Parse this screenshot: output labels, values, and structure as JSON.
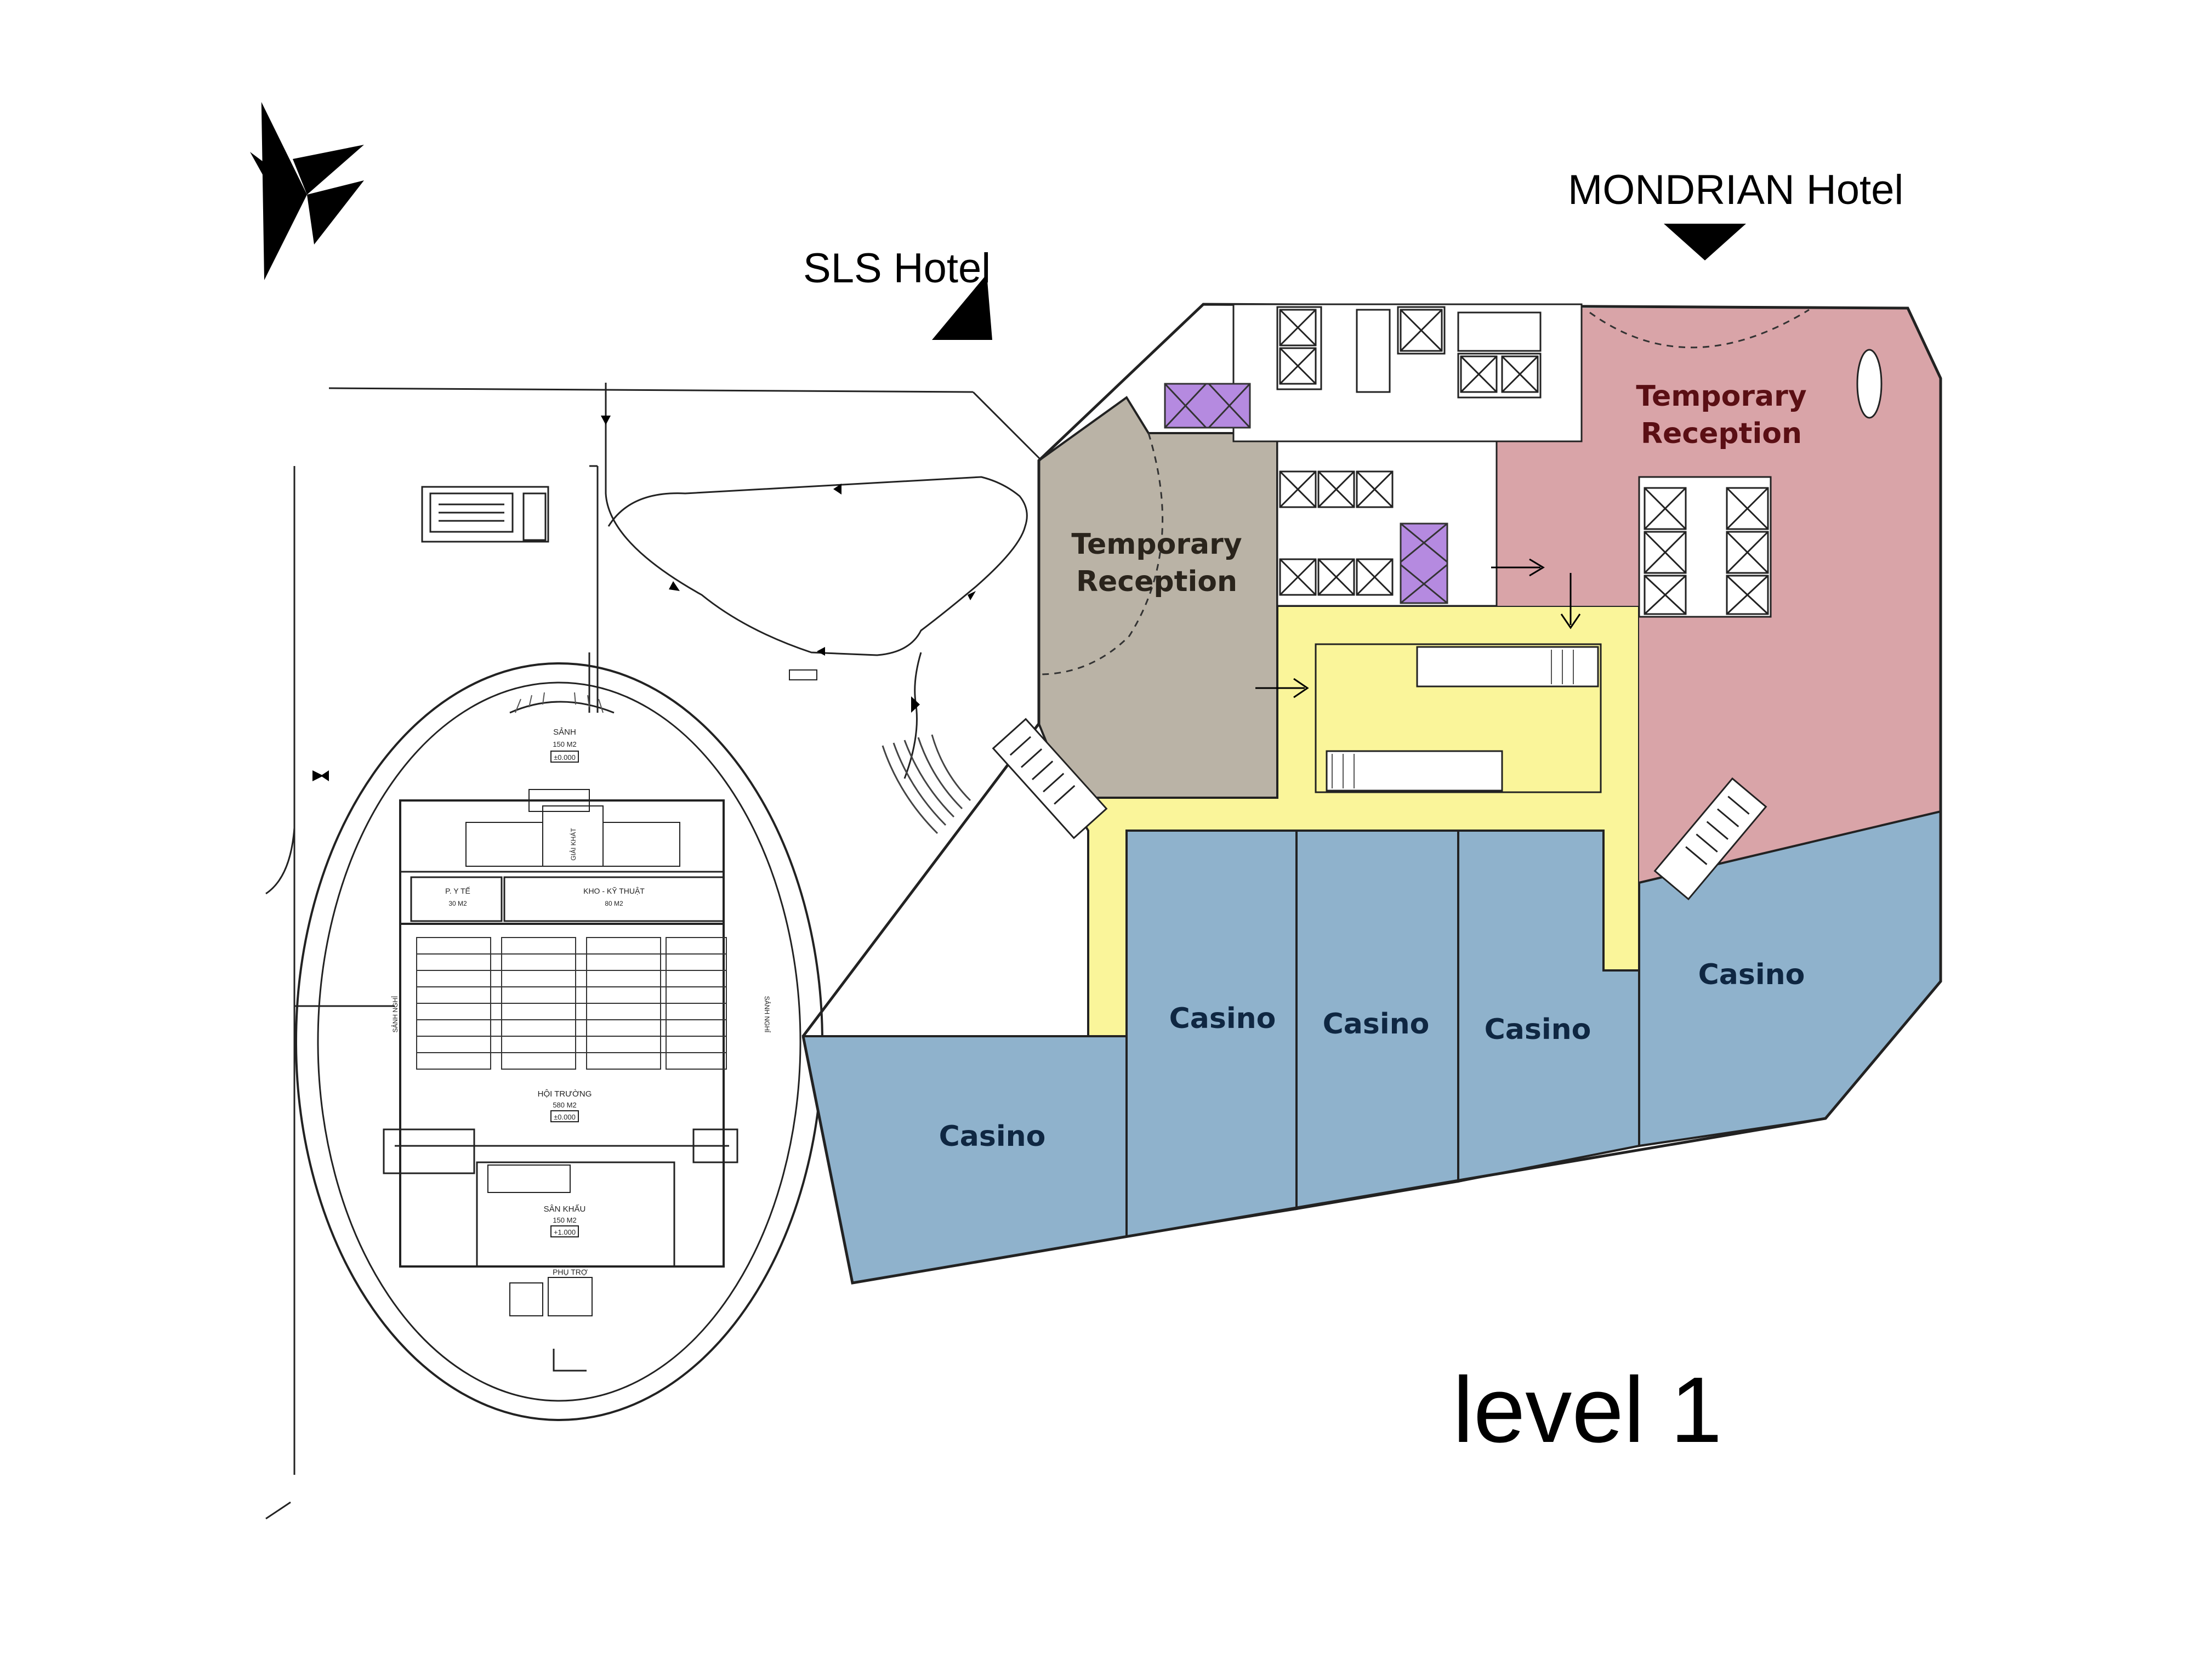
{
  "title": "level 1",
  "hotels": {
    "sls": "SLS Hotel",
    "mondrian": "MONDRIAN Hotel"
  },
  "zones": {
    "reception_left": [
      "Temporary",
      "Reception"
    ],
    "reception_right": [
      "Temporary",
      "Reception"
    ],
    "casinos": [
      "Casino",
      "Casino",
      "Casino",
      "Casino",
      "Casino"
    ]
  },
  "auditorium": {
    "lobby": "SẢNH",
    "lobby_area": "150 M2",
    "lobby_level": "±0.000",
    "medical": "P. Y TẾ",
    "medical_area": "30 M2",
    "storage": "KHO - KỸ THUẬT",
    "storage_area": "80 M2",
    "hall": "HỘI TRƯỜNG",
    "hall_area": "580 M2",
    "hall_level": "±0.000",
    "stage": "SÂN KHẤU",
    "stage_area": "150 M2",
    "stage_level": "+1.000",
    "support": "PHỤ TRỢ",
    "side_left": "SẢNH NGHỈ",
    "side_right": "SẢNH NGHỈ",
    "bar": "GIẢI KHÁT"
  },
  "colors": {
    "reception_left": "#bab3a6",
    "reception_right": "#d9a4a8",
    "reception_right_text": "#5a0f14",
    "casino": "#8fb2cc",
    "casino_text": "#0f2742",
    "corridor": "#faf59a",
    "elevator_accent": "#b58ae0"
  }
}
